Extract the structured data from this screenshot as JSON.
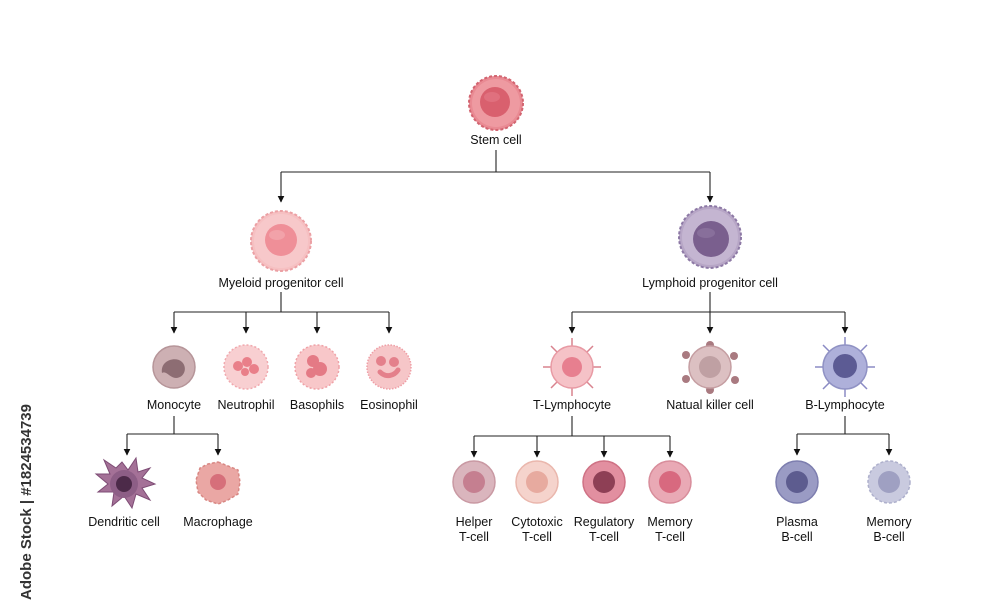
{
  "nodes": {
    "stem": {
      "label": "Stem cell"
    },
    "myeloid": {
      "label": "Myeloid progenitor cell"
    },
    "lymphoid": {
      "label": "Lymphoid progenitor cell"
    },
    "monocyte": {
      "label": "Monocyte"
    },
    "neutrophil": {
      "label": "Neutrophil"
    },
    "basophils": {
      "label": "Basophils"
    },
    "eosinophil": {
      "label": "Eosinophil"
    },
    "t_lymphocyte": {
      "label": "T-Lymphocyte"
    },
    "nk": {
      "label": "Natual killer cell"
    },
    "b_lymphocyte": {
      "label": "B-Lymphocyte"
    },
    "dendritic": {
      "label": "Dendritic cell"
    },
    "macrophage": {
      "label": "Macrophage"
    },
    "helper": {
      "label_1": "Helper",
      "label_2": "T-cell"
    },
    "cytotoxic": {
      "label_1": "Cytotoxic",
      "label_2": "T-cell"
    },
    "regulatory": {
      "label_1": "Regulatory",
      "label_2": "T-cell"
    },
    "memory_t": {
      "label_1": "Memory",
      "label_2": "T-cell"
    },
    "plasma": {
      "label_1": "Plasma",
      "label_2": "B-cell"
    },
    "memory_b": {
      "label_1": "Memory",
      "label_2": "B-cell"
    }
  },
  "watermark": {
    "text": "Adobe Stock | #1824534739"
  },
  "colors": {
    "stem": "#e8848f",
    "myeloid": "#f4b5b8",
    "lymphoid": "#9b88b0",
    "monocyte": "#c9a3a6",
    "neutrophil": "#f6c3c6",
    "t_lymphocyte": "#f0b4bb",
    "nk": "#d9b9bb",
    "b_lymphocyte": "#a9a9d6",
    "dendritic": "#8d5e86",
    "macrophage": "#e9a6a4",
    "helper": "#d9b3bb",
    "cytotoxic": "#f3d0c9",
    "regulatory": "#d98a9b",
    "memory_t": "#e6a6b2",
    "plasma": "#8f8fb8",
    "memory_b": "#bfc1d8"
  }
}
